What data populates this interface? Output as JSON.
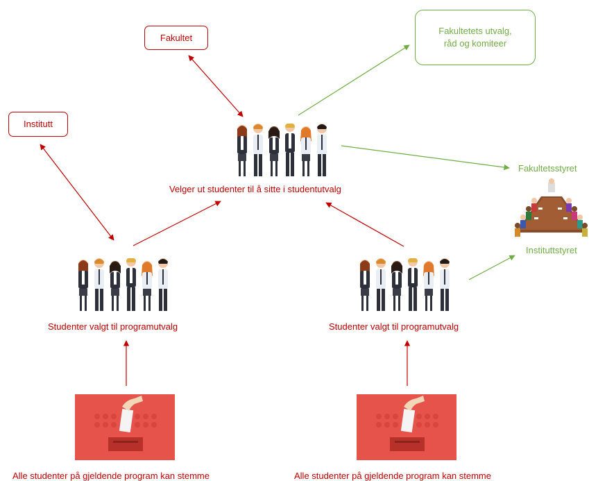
{
  "nodes": {
    "fakultet": "Fakultet",
    "institutt": "Institutt",
    "fakultetets_utvalg_line1": "Fakultetets utvalg,",
    "fakultetets_utvalg_line2": "råd og komiteer",
    "fakultetsstyret": "Fakultetsstyret",
    "instituttstyret": "Instituttstyret",
    "studentutvalg": "Velger ut studenter til å sitte i  studentutvalg",
    "programutvalg_left": "Studenter valgt til programutvalg",
    "programutvalg_right": "Studenter valgt til programutvalg",
    "stemme_left": "Alle studenter på gjeldende program kan stemme",
    "stemme_right": "Alle studenter på gjeldende program kan stemme"
  },
  "colors": {
    "red": "#c00000",
    "green": "#70ad47",
    "ballot_bg": "#e5534b"
  },
  "icons": {
    "students": "students-group-illustration",
    "board": "board-meeting-illustration",
    "ballot": "ballot-box-vote-illustration"
  }
}
